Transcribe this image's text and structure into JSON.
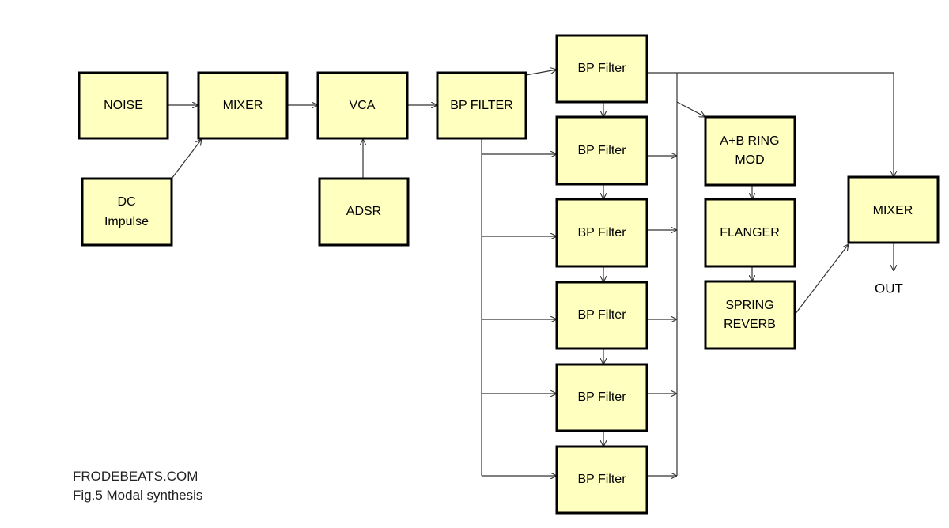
{
  "blocks": {
    "noise": "NOISE",
    "mixer_in": "MIXER",
    "vca": "VCA",
    "bp_filter_main": "BP FILTER",
    "dc_impulse": [
      "DC",
      "Impulse"
    ],
    "adsr": "ADSR",
    "bp_filter_bank": [
      "BP Filter",
      "BP Filter",
      "BP Filter",
      "BP Filter",
      "BP Filter",
      "BP Filter"
    ],
    "ring_mod": [
      "A+B RING",
      "MOD"
    ],
    "flanger": "FLANGER",
    "spring_reverb": [
      "SPRING",
      "REVERB"
    ],
    "mixer_out": "MIXER"
  },
  "out_label": "OUT",
  "credits": {
    "site": "FRODEBEATS.COM",
    "caption": "Fig.5  Modal synthesis"
  },
  "colors": {
    "block_fill": "#ffffc0",
    "block_stroke": "#000000",
    "wire": "#333333"
  }
}
